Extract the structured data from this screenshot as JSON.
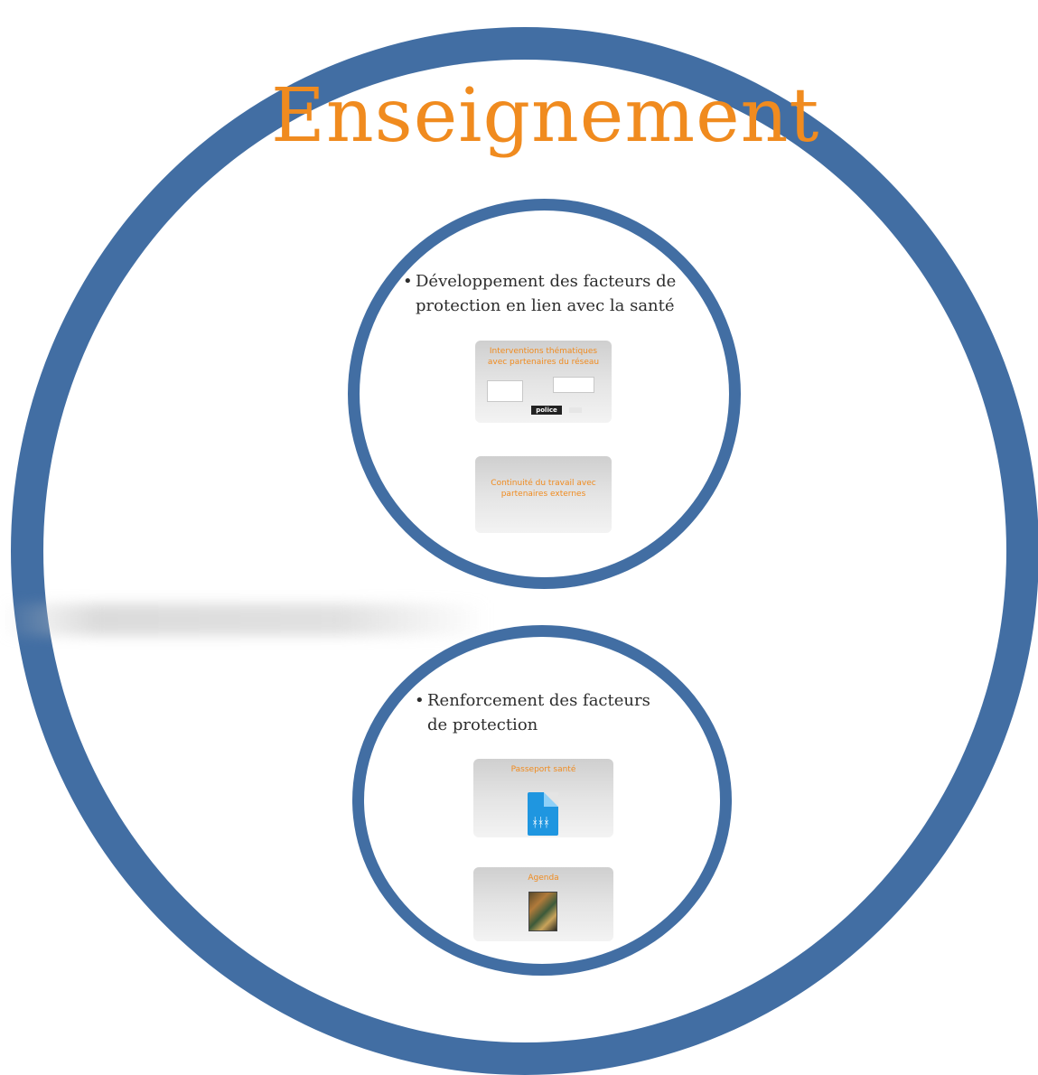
{
  "title": "Enseignement",
  "section_top": {
    "bullet_symbol": "•",
    "line1": "Développement des facteurs de",
    "line2": "protection en lien avec la santé",
    "cards": [
      {
        "label": "Interventions thématiques avec partenaires du réseau",
        "logos": [
          "logo-partner",
          "logo-partner",
          "police"
        ]
      },
      {
        "label": "Continuité du travail avec partenaires externes"
      }
    ]
  },
  "section_bottom": {
    "bullet_symbol": "•",
    "line1": "Renforcement des facteurs",
    "line2": "de protection",
    "cards": [
      {
        "label": "Passeport santé",
        "icon": "document-icon"
      },
      {
        "label": "Agenda",
        "icon": "book-cover-image"
      }
    ]
  },
  "colors": {
    "circle_blue": "#426ea3",
    "title_orange": "#f08b1f",
    "text_dark": "#2d2d2d"
  }
}
